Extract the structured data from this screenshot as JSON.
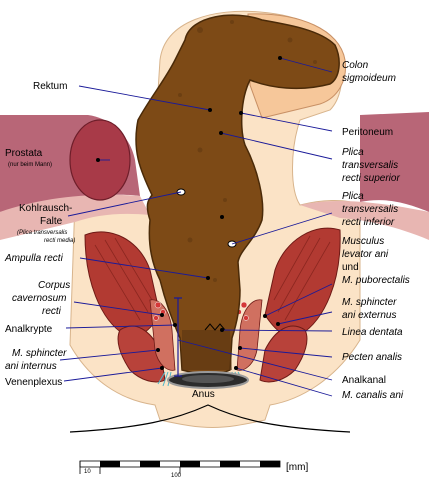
{
  "labels": {
    "colon": [
      "Colon",
      "sigmoideum"
    ],
    "rektum": "Rektum",
    "peritoneum": "Peritoneum",
    "prostata": "Prostata",
    "prostata_note": "(nur beim Mann)",
    "plica_sup": [
      "Plica",
      "transversalis",
      "recti superior"
    ],
    "kohlrausch": [
      "Kohlrausch-",
      "Falte"
    ],
    "kohlrausch_note": [
      "(Plica transversalis",
      "recti media)"
    ],
    "plica_inf": [
      "Plica",
      "transversalis",
      "recti inferior"
    ],
    "ampulla": "Ampulla recti",
    "levator": [
      "Musculus",
      "levator ani",
      "und",
      "M. puborectalis"
    ],
    "corpus": [
      "Corpus",
      "cavernosum",
      "recti"
    ],
    "sph_ext": [
      "M. sphincter",
      "ani externus"
    ],
    "analkrypte": "Analkrypte",
    "linea": "Linea dentata",
    "sph_int": [
      "M. sphincter",
      "ani internus"
    ],
    "pecten": "Pecten analis",
    "analkanal": "Analkanal",
    "venen": "Venenplexus",
    "canalis": "M. canalis ani",
    "anus": "Anus"
  },
  "scale": {
    "tick_small": "10",
    "tick_large": "100",
    "unit": "[mm]"
  }
}
